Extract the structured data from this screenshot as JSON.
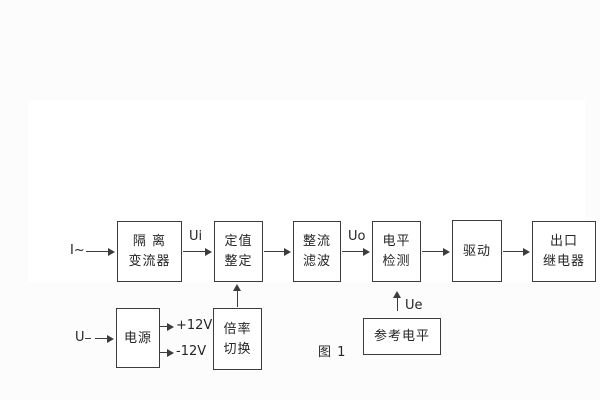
{
  "figure": {
    "caption": "图 1"
  },
  "blocks": {
    "isolation": {
      "line1": "隔 离",
      "line2": "变流器"
    },
    "setting": {
      "line1": "定值",
      "line2": "整定"
    },
    "rectifier": {
      "line1": "整流",
      "line2": "滤波"
    },
    "level_detect": {
      "line1": "电平",
      "line2": "检测"
    },
    "drive": {
      "label": "驱动"
    },
    "output_relay": {
      "line1": "出口",
      "line2": "继电器"
    },
    "power": {
      "label": "电源"
    },
    "ratio_switch": {
      "line1": "倍率",
      "line2": "切换"
    },
    "reference_level": {
      "label": "参考电平"
    }
  },
  "signals": {
    "input_current": "I~",
    "input_voltage": "U",
    "ui": "Ui",
    "uo": "Uo",
    "ue": "Ue",
    "plus12v": "+12V",
    "minus12v": "-12V"
  },
  "colors": {
    "line": "#3c3c3c",
    "text": "#262626",
    "background": "#ffffff"
  }
}
